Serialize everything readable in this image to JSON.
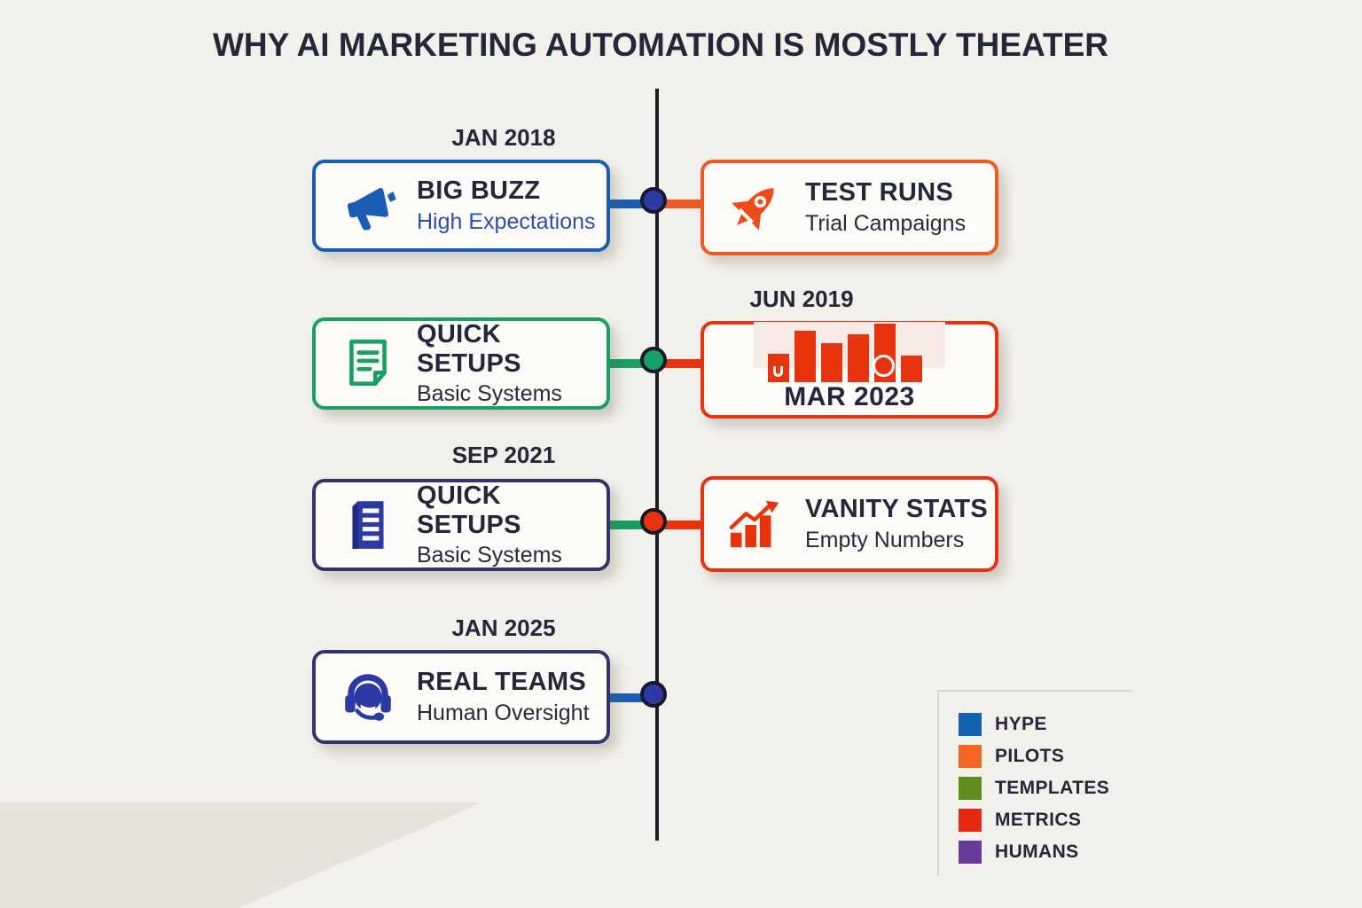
{
  "title": "WHY AI MARKETING AUTOMATION IS MOSTLY THEATER",
  "boxes": {
    "big_buzz": {
      "date": "JAN 2018",
      "title": "BIG BUZZ",
      "subtitle": "High Expectations",
      "icon": "megaphone-icon"
    },
    "test_runs": {
      "title": "TEST RUNS",
      "subtitle": "Trial Campaigns",
      "icon": "rocket-icon"
    },
    "quick_setups_green": {
      "title": "QUICK SETUPS",
      "subtitle": "Basic Systems",
      "icon": "document-outline-icon"
    },
    "jun_2019": {
      "date": "JUN 2019",
      "caption": "MAR 2023",
      "icon": "bar-chart-icon",
      "bars": [
        32,
        58,
        44,
        54,
        66,
        30
      ]
    },
    "quick_setups_navy": {
      "date": "SEP 2021",
      "title": "QUICK SETUPS",
      "subtitle": "Basic Systems",
      "icon": "document-filled-icon"
    },
    "vanity_stats": {
      "title": "VANITY STATS",
      "subtitle": "Empty Numbers",
      "icon": "growth-chart-icon"
    },
    "real_teams": {
      "date": "JAN 2025",
      "title": "REAL TEAMS",
      "subtitle": "Human Oversight",
      "icon": "headset-icon"
    }
  },
  "colors": {
    "background": "#f2f0ea",
    "card_bg": "#fcfbf8",
    "ink": "#23273a",
    "timeline": "#1b1c26",
    "hype_blue": "#1a5db4",
    "indigo_dot": "#2d3aa4",
    "pilots_orange": "#ee5a21",
    "templates_green": "#18a062",
    "navy_border": "#33346d",
    "doc_blue": "#2b3aa5",
    "metrics_red": "#e8330f",
    "subtitle_blue": "#2c50a8"
  },
  "legend": {
    "items": [
      {
        "label": "HYPE",
        "color": "#1163b2"
      },
      {
        "label": "PILOTS",
        "color": "#f26522"
      },
      {
        "label": "TEMPLATES",
        "color": "#5f8d1d"
      },
      {
        "label": "METRICS",
        "color": "#e8290f"
      },
      {
        "label": "HUMANS",
        "color": "#6a3a9a"
      }
    ]
  }
}
